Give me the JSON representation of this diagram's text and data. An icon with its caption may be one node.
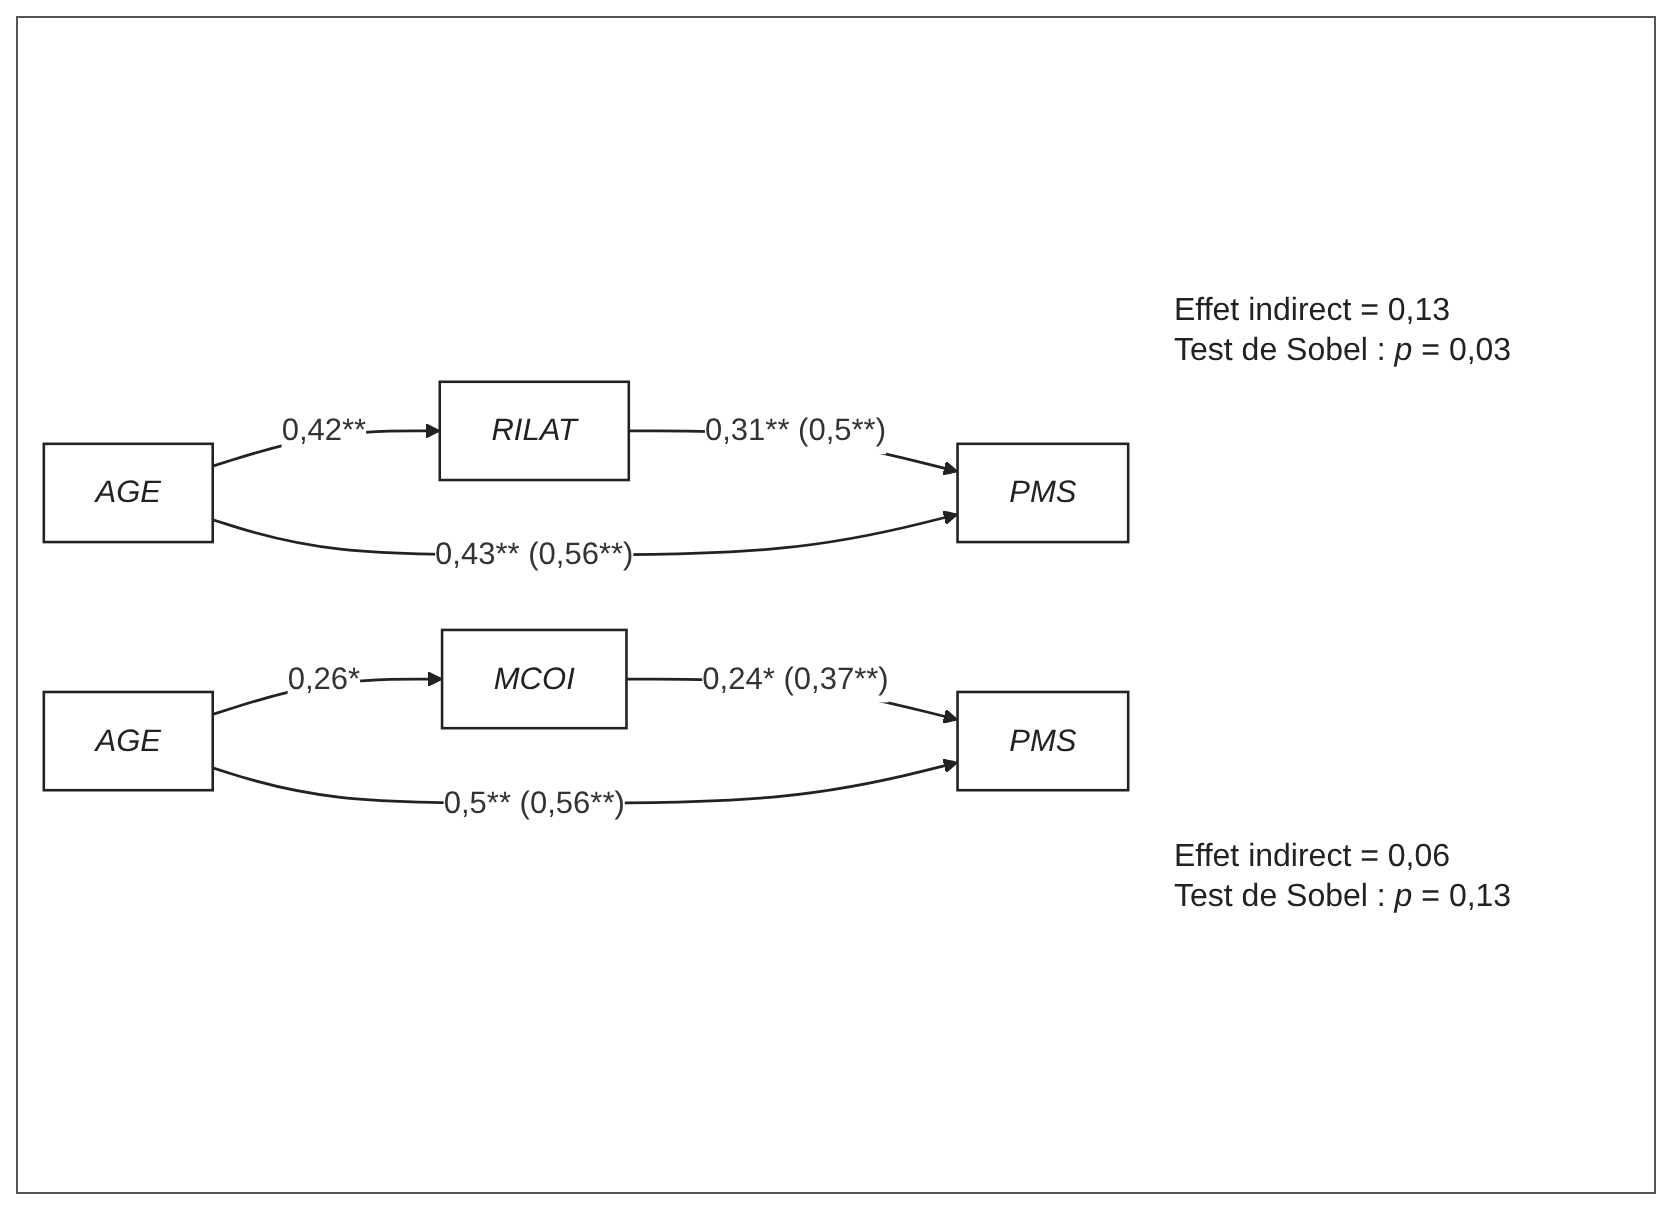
{
  "diagram": {
    "nodes": [
      {
        "text": [
          "RILAT"
        ]
      },
      {
        "text": [
          "AGE"
        ]
      },
      {
        "text": [
          "PMS"
        ]
      },
      {
        "text": [
          "MCOI"
        ]
      },
      {
        "text": [
          "AGE"
        ]
      },
      {
        "text": [
          "PMS"
        ]
      }
    ],
    "edges": [
      {
        "from": 1,
        "to": 0,
        "arrow": "to",
        "label": "0,42**"
      },
      {
        "from": 0,
        "to": 2,
        "arrow": "to",
        "label": "0,31** (0,5**)"
      },
      {
        "from": 1,
        "to": 2,
        "arrow": "to",
        "label": "0,43** (0,56**)"
      },
      {
        "from": 4,
        "to": 3,
        "arrow": "to",
        "label": "0,26*"
      },
      {
        "from": 3,
        "to": 5,
        "arrow": "to",
        "label": "0,24* (0,37**)"
      },
      {
        "from": 4,
        "to": 5,
        "arrow": "to",
        "label": "0,5** (0,56**)"
      }
    ],
    "labels": [
      "Effet indirect = 0,13",
      "Test de Sobel : *p* = 0,03",
      "Effet indirect = 0,06",
      "Test de Sobel : *p* = 0,13"
    ]
  }
}
